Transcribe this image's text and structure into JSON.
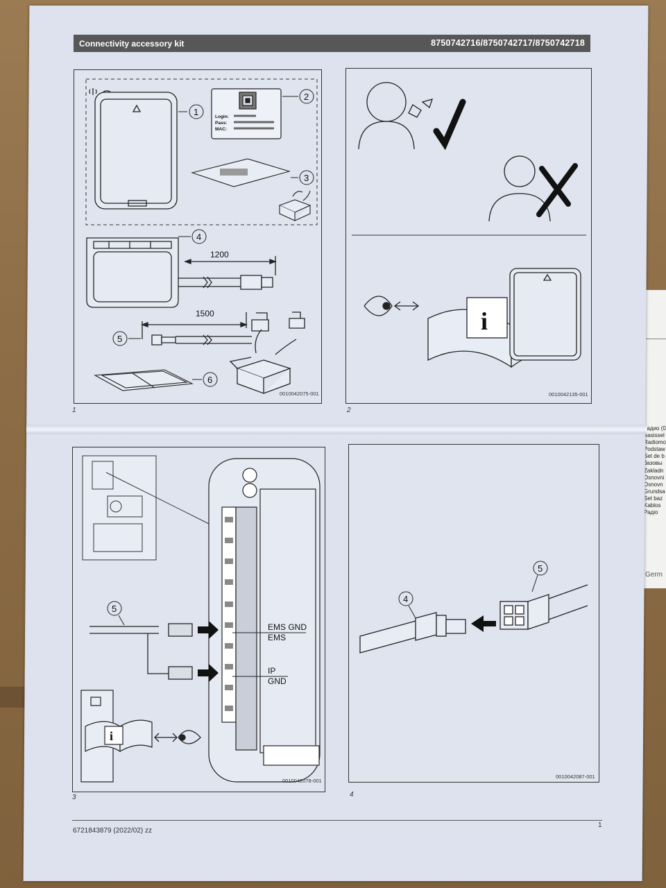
{
  "header": {
    "title": "Connectivity accessory kit",
    "codes": "8750742716/8750742717/8750742718"
  },
  "panels": [
    {
      "number": "1",
      "ref": "0010042075-001",
      "qr_card": {
        "login": "Login:",
        "pass": "Pass:",
        "mac": "MAC:"
      },
      "callouts": [
        "1",
        "2",
        "3",
        "4",
        "5",
        "6"
      ],
      "dim_cable_4": "1200",
      "dim_cable_5": "1500"
    },
    {
      "number": "2",
      "ref": "0010042135-001",
      "info_glyph": "i"
    },
    {
      "number": "3",
      "ref": "0010042078-001",
      "callout": "5",
      "terminal_labels": [
        "EMS GND",
        "EMS",
        "IP",
        "GND"
      ],
      "info_glyph": "i"
    },
    {
      "number": "4",
      "ref": "0010042087-001",
      "callouts": [
        "4",
        "5"
      ]
    }
  ],
  "footer": {
    "doc_number": "6721843879 (2022/02) zz",
    "page": "1"
  },
  "side_label": {
    "lines": [
      "радио (0",
      "Basissel",
      "Radiomo",
      "Podstaw",
      "Set de b",
      "базовы",
      "Zakladn",
      "Osnovni",
      "Osnovn",
      "Grundsa",
      "Set baz",
      "Kablos",
      "Радіо"
    ],
    "foot": "Germ"
  }
}
